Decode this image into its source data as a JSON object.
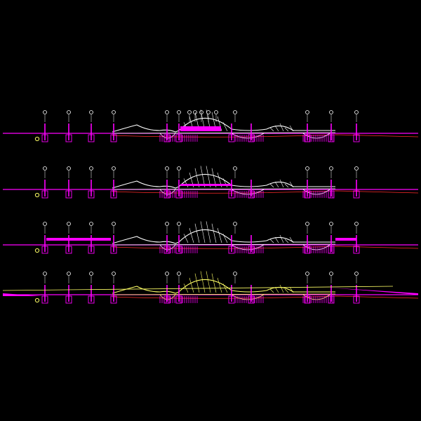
{
  "document": {
    "background": "#000000",
    "colors": {
      "magenta": "#ff00ff",
      "white": "#ffffff",
      "red": "#ff2a2a",
      "yellow": "#ffff66",
      "cyan": "#33ffff"
    },
    "sections": [
      {
        "id": 1,
        "marker_icon": "circle-marker-icon",
        "variant": "piers-elevated",
        "stroke": "white"
      },
      {
        "id": 2,
        "marker_icon": "circle-marker-icon",
        "variant": "piers-columns",
        "stroke": "white"
      },
      {
        "id": 3,
        "marker_icon": "circle-marker-icon",
        "variant": "deck-extended",
        "stroke": "white"
      },
      {
        "id": 4,
        "marker_icon": "circle-marker-icon",
        "variant": "profile-yellow",
        "stroke": "yellow"
      }
    ]
  }
}
